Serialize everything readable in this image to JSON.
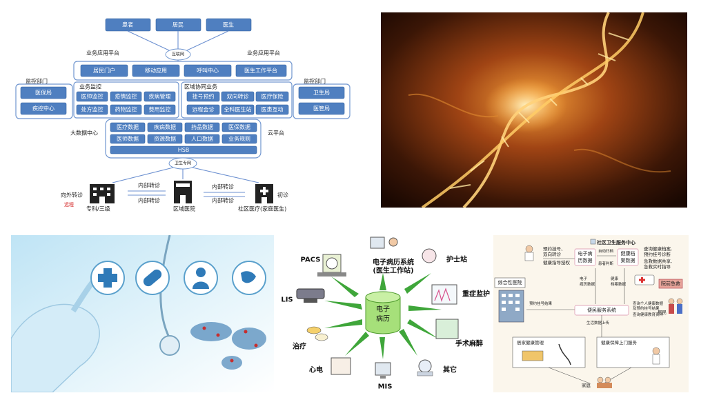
{
  "panel_arch": {
    "top": [
      "患者",
      "居民",
      "医生"
    ],
    "internet": "互联网",
    "biz_left": "业务应用平台",
    "biz_right": "业务应用平台",
    "apps": [
      "居民门户",
      "移动应用",
      "呼叫中心",
      "医生工作平台"
    ],
    "supervision_left": {
      "title": "监控部门",
      "items": [
        "医保局",
        "疾控中心"
      ]
    },
    "supervision_right": {
      "title": "监控部门",
      "items": [
        "卫生局",
        "医管局"
      ]
    },
    "biz_monitor": {
      "title": "业务监控",
      "items": [
        "医师监控",
        "疫情监控",
        "疾病管理",
        "处方监控",
        "药物监控",
        "费用监控"
      ]
    },
    "regional": {
      "title": "区域协同业务",
      "items": [
        "挂号预约",
        "双向转诊",
        "医疗保险",
        "远程会诊",
        "全科医生站",
        "医患互动"
      ]
    },
    "bigdata": "大数据中心",
    "cloud": "云平台",
    "data": [
      "医疗数据",
      "疾病数据",
      "药品数据",
      "医保数据",
      "医师数据",
      "资源数据",
      "人口数据",
      "业务规则"
    ],
    "hsb": "HSB",
    "health_net": "卫生专网",
    "referral_labels": [
      "内部转诊",
      "内部转诊",
      "内部转诊",
      "内部转诊"
    ],
    "outside": "向外转诊",
    "consult": "初诊",
    "red_note": "远程",
    "facilities": [
      "专科/三级",
      "区域医院",
      "社区医疗(家庭医生)"
    ]
  },
  "panel_emr": {
    "center": [
      "电子",
      "病历"
    ],
    "nodes": [
      "PACS",
      "电子病历系统",
      "(医生工作站)",
      "护士站",
      "重症监护",
      "手术麻醉",
      "其它",
      "MIS",
      "心电",
      "治疗",
      "LIS"
    ]
  },
  "panel_community": {
    "center_title": "社区卫生服务中心",
    "general_hospital": "综合性医院",
    "emr_box": [
      "电子病",
      "历数据"
    ],
    "health_box": [
      "健康档",
      "案数据"
    ],
    "auto_sync": "自动归档",
    "patient_judge": "患者判断",
    "left_msgs": [
      "预约挂号、",
      "双向转诊",
      "健康指导授权"
    ],
    "right_msgs": [
      "查询健康档案,",
      "预约挂号诊断",
      "急救数据共享,",
      "急救实时指导"
    ],
    "mid_left": [
      "电子",
      "病历数据"
    ],
    "mid_right": [
      "健康",
      "档案数据"
    ],
    "emergency": "院前急救",
    "booking_result": "预约挂号结果",
    "service_system": "便民服务系统",
    "resident_msgs": [
      "查询个人健康数据",
      "及预约挂号结果",
      "查询健康教育资料"
    ],
    "residents": "居民",
    "upload": "生活数据上传",
    "home_mgmt": "居家健康管理",
    "home_service": "健康保障上门服务",
    "family": "家庭"
  }
}
